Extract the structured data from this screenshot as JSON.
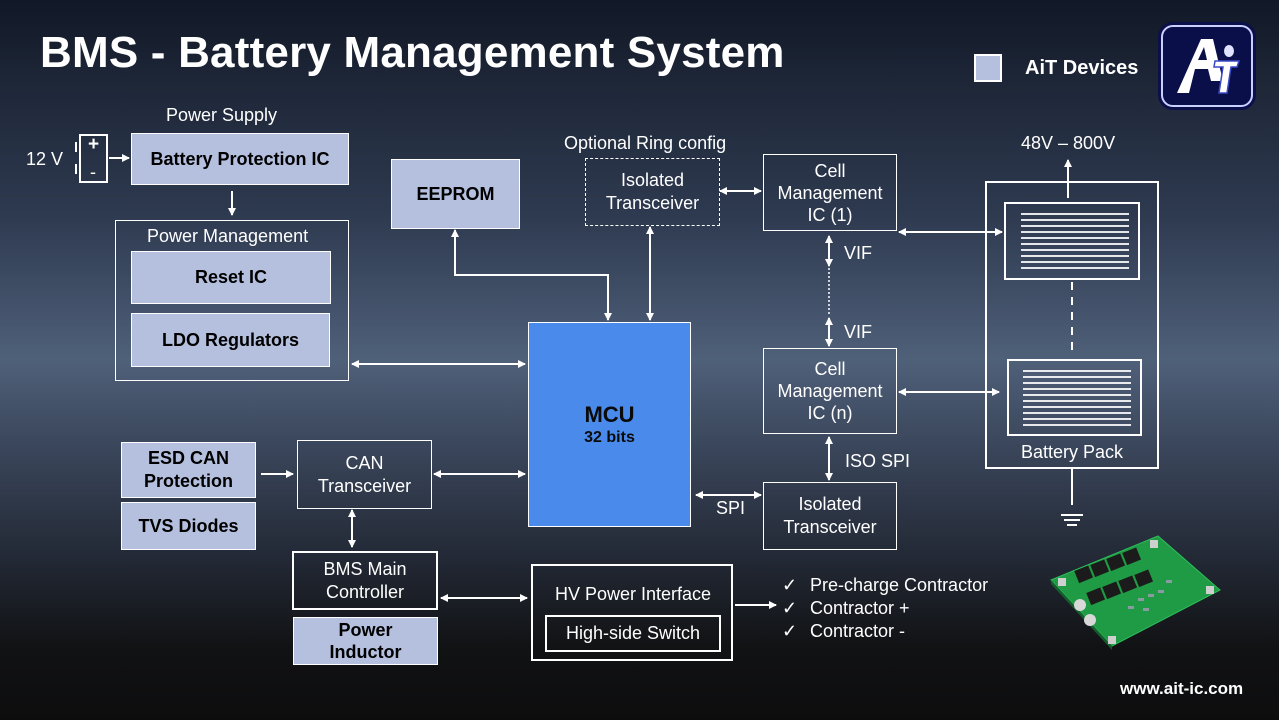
{
  "title": "BMS - Battery Management System",
  "legend": {
    "swatch_color": "#b4c0de",
    "label": "AiT Devices"
  },
  "logo": {
    "text": "Ai",
    "name": "ait-logo"
  },
  "power_supply": {
    "heading": "Power Supply",
    "voltage_label": "12 V",
    "battery_plus": "+",
    "battery_minus": "-",
    "battery_protection": "Battery Protection IC"
  },
  "power_management": {
    "heading": "Power Management",
    "reset": "Reset IC",
    "ldo": "LDO Regulators"
  },
  "eeprom": "EEPROM",
  "ring": {
    "heading": "Optional Ring config",
    "line1": "Isolated",
    "line2": "Transceiver"
  },
  "cmic1": {
    "line1": "Cell",
    "line2": "Management",
    "line3": "IC (1)"
  },
  "cmicn": {
    "line1": "Cell",
    "line2": "Management",
    "line3": "IC (n)"
  },
  "vif_top": "VIF",
  "vif_bottom": "VIF",
  "iso_spi": "ISO SPI",
  "spi": "SPI",
  "iso_transceiver": {
    "line1": "Isolated",
    "line2": "Transceiver"
  },
  "mcu": {
    "title": "MCU",
    "subtitle": "32 bits"
  },
  "voltage_range": "48V – 800V",
  "battery_pack": "Battery Pack",
  "esd": {
    "line1": "ESD CAN",
    "line2": "Protection"
  },
  "tvs": "TVS Diodes",
  "can": {
    "line1": "CAN",
    "line2": "Transceiver"
  },
  "bms_main": {
    "line1": "BMS Main",
    "line2": "Controller"
  },
  "inductor": {
    "line1": "Power",
    "line2": "Inductor"
  },
  "hv": {
    "title": "HV Power Interface",
    "switch": "High-side Switch"
  },
  "outputs": [
    {
      "check": "✓",
      "label": "Pre-charge Contractor"
    },
    {
      "check": "✓",
      "label": "Contractor +"
    },
    {
      "check": "✓",
      "label": "Contractor -"
    }
  ],
  "website": "www.ait-ic.com"
}
